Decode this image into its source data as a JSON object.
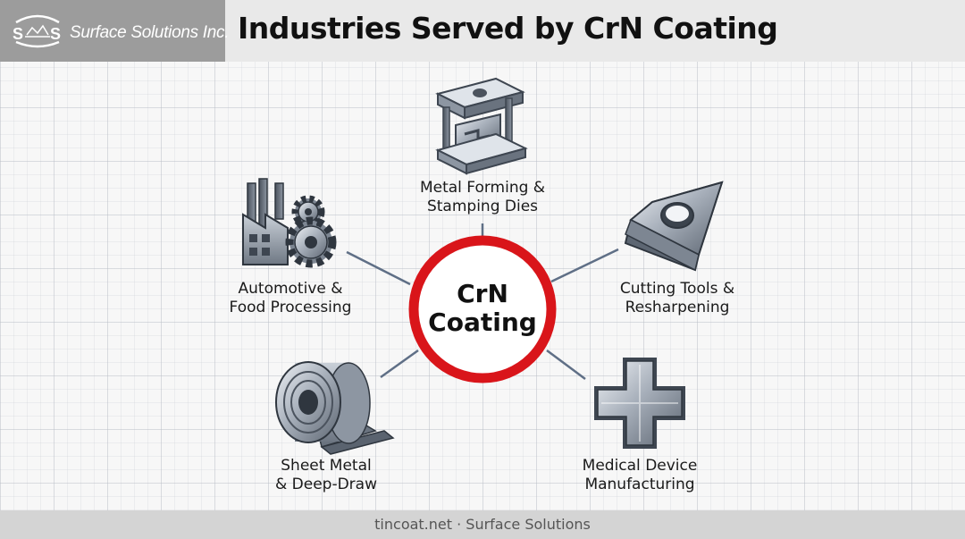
{
  "header": {
    "logo_letters": "S S",
    "company_name": "Surface Solutions Inc.",
    "title": "Industries Served by CrN Coating"
  },
  "center": {
    "line1": "CrN",
    "line2": "Coating",
    "ring_color": "#d9151a"
  },
  "industries": [
    {
      "id": "metal-forming",
      "line1": "Metal Forming &",
      "line2": "Stamping Dies",
      "icon": "die-set-icon"
    },
    {
      "id": "cutting-tools",
      "line1": "Cutting Tools &",
      "line2": "Resharpening",
      "icon": "cutting-insert-icon"
    },
    {
      "id": "medical-device",
      "line1": "Medical Device",
      "line2": "Manufacturing",
      "icon": "medical-cross-icon"
    },
    {
      "id": "sheet-metal",
      "line1": "Sheet Metal",
      "line2": "& Deep-Draw",
      "icon": "metal-coil-icon"
    },
    {
      "id": "automotive",
      "line1": "Automotive &",
      "line2": "Food Processing",
      "icon": "factory-gears-icon"
    }
  ],
  "footer": {
    "text": "tincoat.net · Surface Solutions"
  }
}
